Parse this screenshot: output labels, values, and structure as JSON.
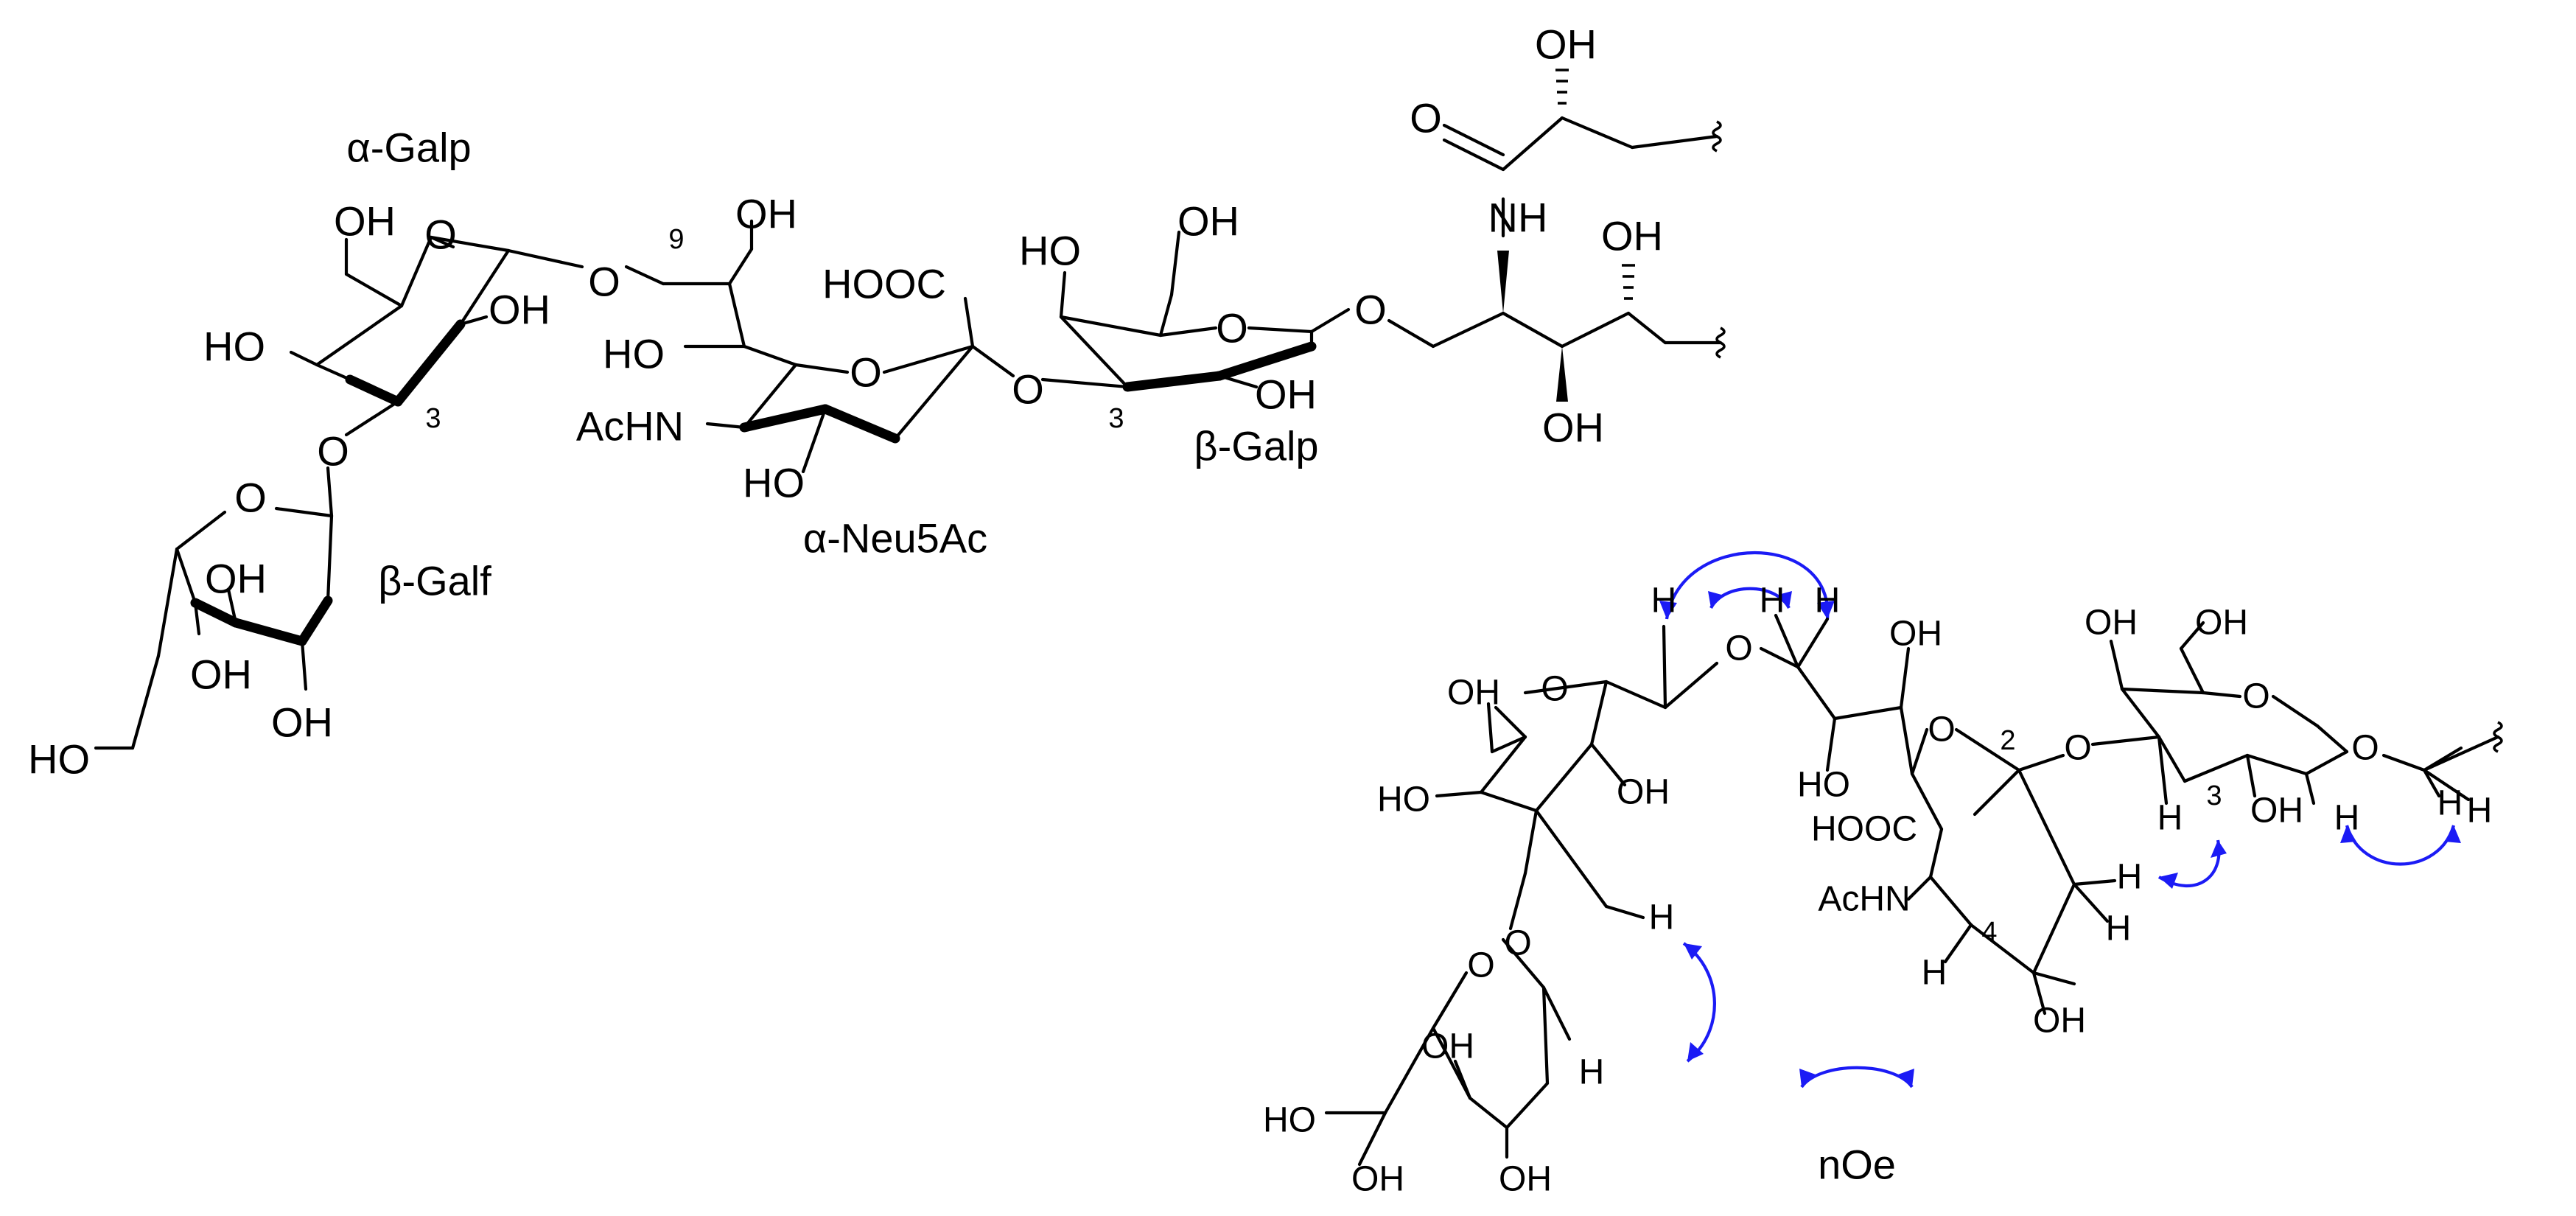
{
  "colors": {
    "structure": "#000000",
    "noe_arrow": "#1b1bf5",
    "background": "#ffffff"
  },
  "top_structure": {
    "residue_names": {
      "alpha_galp": "α-Galp",
      "beta_galf": "β-Galf",
      "alpha_neu5ac": "α-Neu5Ac",
      "beta_galp": "β-Galp"
    },
    "position_numbers": {
      "gal_c3": "3",
      "neu_c9": "9",
      "galp_c3": "3"
    },
    "atom_labels": {
      "oh_ring_a": "OH",
      "o_ring_a": "O",
      "oh2_a": "OH",
      "ho4_a": "HO",
      "o_link_a9": "O",
      "o_link_a3": "O",
      "o_ring_f": "O",
      "oh_f1": "OH",
      "oh_f2": "OH",
      "oh_f3": "OH",
      "ho_f6": "HO",
      "oh_neu_top": "OH",
      "ho_neu": "HO",
      "o_ring_neu": "O",
      "achn_neu": "AcHN",
      "ho_neu_bottom": "HO",
      "cooh_neu": "HOOC",
      "o_link_neu_gal": "O",
      "ho_gal4": "HO",
      "oh_gal6": "OH",
      "o_ring_gal": "O",
      "oh_gal2": "OH",
      "o_link_gal_cer": "O",
      "nh_cer": "NH",
      "o_amide": "O",
      "oh_acyl": "OH",
      "oh_cer3": "OH",
      "oh_cer4": "OH"
    }
  },
  "bottom_structure": {
    "legend_label": "nOe",
    "position_numbers": {
      "neu_c2": "2",
      "neu_c3": "3",
      "neu_c4": "4"
    },
    "atom_labels": {
      "oh_a6": "OH",
      "o_ring_a": "O",
      "o_link_a9": "O",
      "oh_a2": "OH",
      "ho_a4": "HO",
      "o_link_a3": "O",
      "h_a3": "H",
      "h_a1": "H",
      "h9a": "H",
      "h9b": "H",
      "oh_neu8": "OH",
      "ho_neu7": "HO",
      "o_ring_neu": "O",
      "cooh_neu": "HOOC",
      "achn_neu": "AcHN",
      "h_neu3a": "H",
      "h_neu3b": "H",
      "h_neu4": "H",
      "oh_neu4": "OH",
      "o_link_neu_gal": "O",
      "oh_gal4": "OH",
      "oh_gal6": "OH",
      "o_ring_gal": "O",
      "oh_gal2": "OH",
      "h_gal3": "H",
      "h_gal1": "H",
      "o_link_gal_me": "O",
      "h_ch2a": "H",
      "h_ch2b": "H",
      "o_ring_f": "O",
      "oh_f2": "OH",
      "oh_f3": "OH",
      "oh_f5": "OH",
      "ho_f6": "HO",
      "h_f1": "H"
    }
  }
}
